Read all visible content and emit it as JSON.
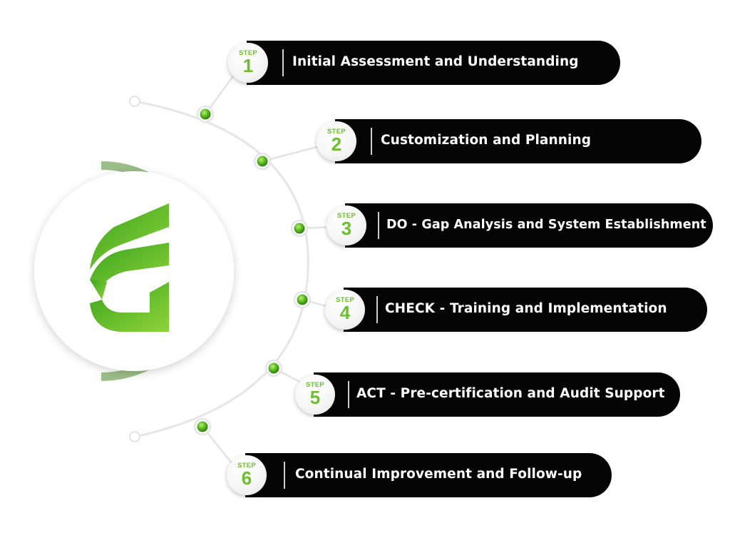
{
  "diagram": {
    "accent_color": "#6cbf2e",
    "pill_color": "#050505",
    "logo_icon": "green-stylized-e-logo",
    "steps": [
      {
        "label": "STEP",
        "number": "1",
        "title": "Initial Assessment and Understanding"
      },
      {
        "label": "STEP",
        "number": "2",
        "title": "Customization and Planning"
      },
      {
        "label": "STEP",
        "number": "3",
        "title": "DO - Gap Analysis and System Establishment"
      },
      {
        "label": "STEP",
        "number": "4",
        "title": "CHECK - Training and Implementation"
      },
      {
        "label": "STEP",
        "number": "5",
        "title": "ACT - Pre-certification and Audit Support"
      },
      {
        "label": "STEP",
        "number": "6",
        "title": "Continual Improvement and Follow-up"
      }
    ]
  }
}
